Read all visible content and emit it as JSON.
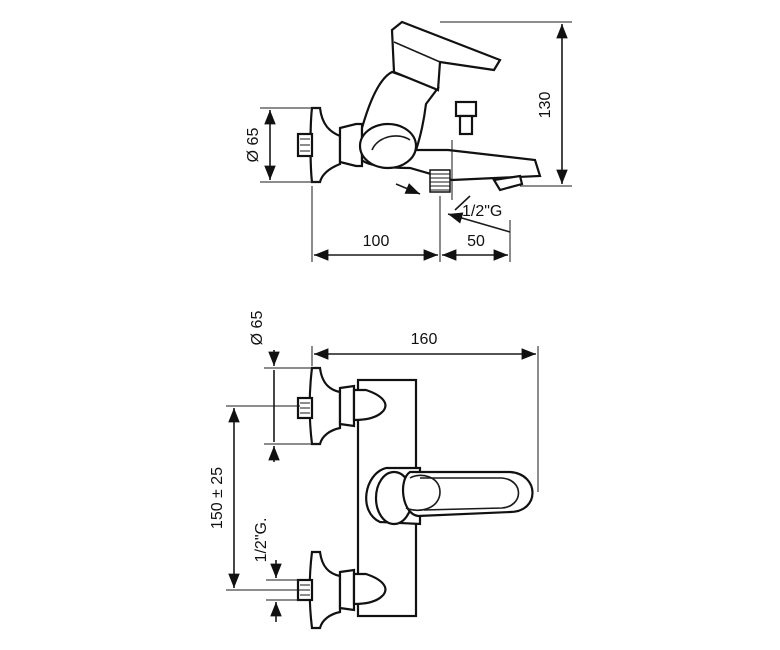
{
  "side_view": {
    "dim_height": "130",
    "dim_diameter": "Ø 65",
    "dim_thread": "1/2\"G",
    "dim_depth_body": "100",
    "dim_depth_spout": "50"
  },
  "front_view": {
    "dim_diameter": "Ø 65",
    "dim_width": "160",
    "dim_center_distance": "150 ± 25",
    "dim_thread": "1/2\"G."
  }
}
